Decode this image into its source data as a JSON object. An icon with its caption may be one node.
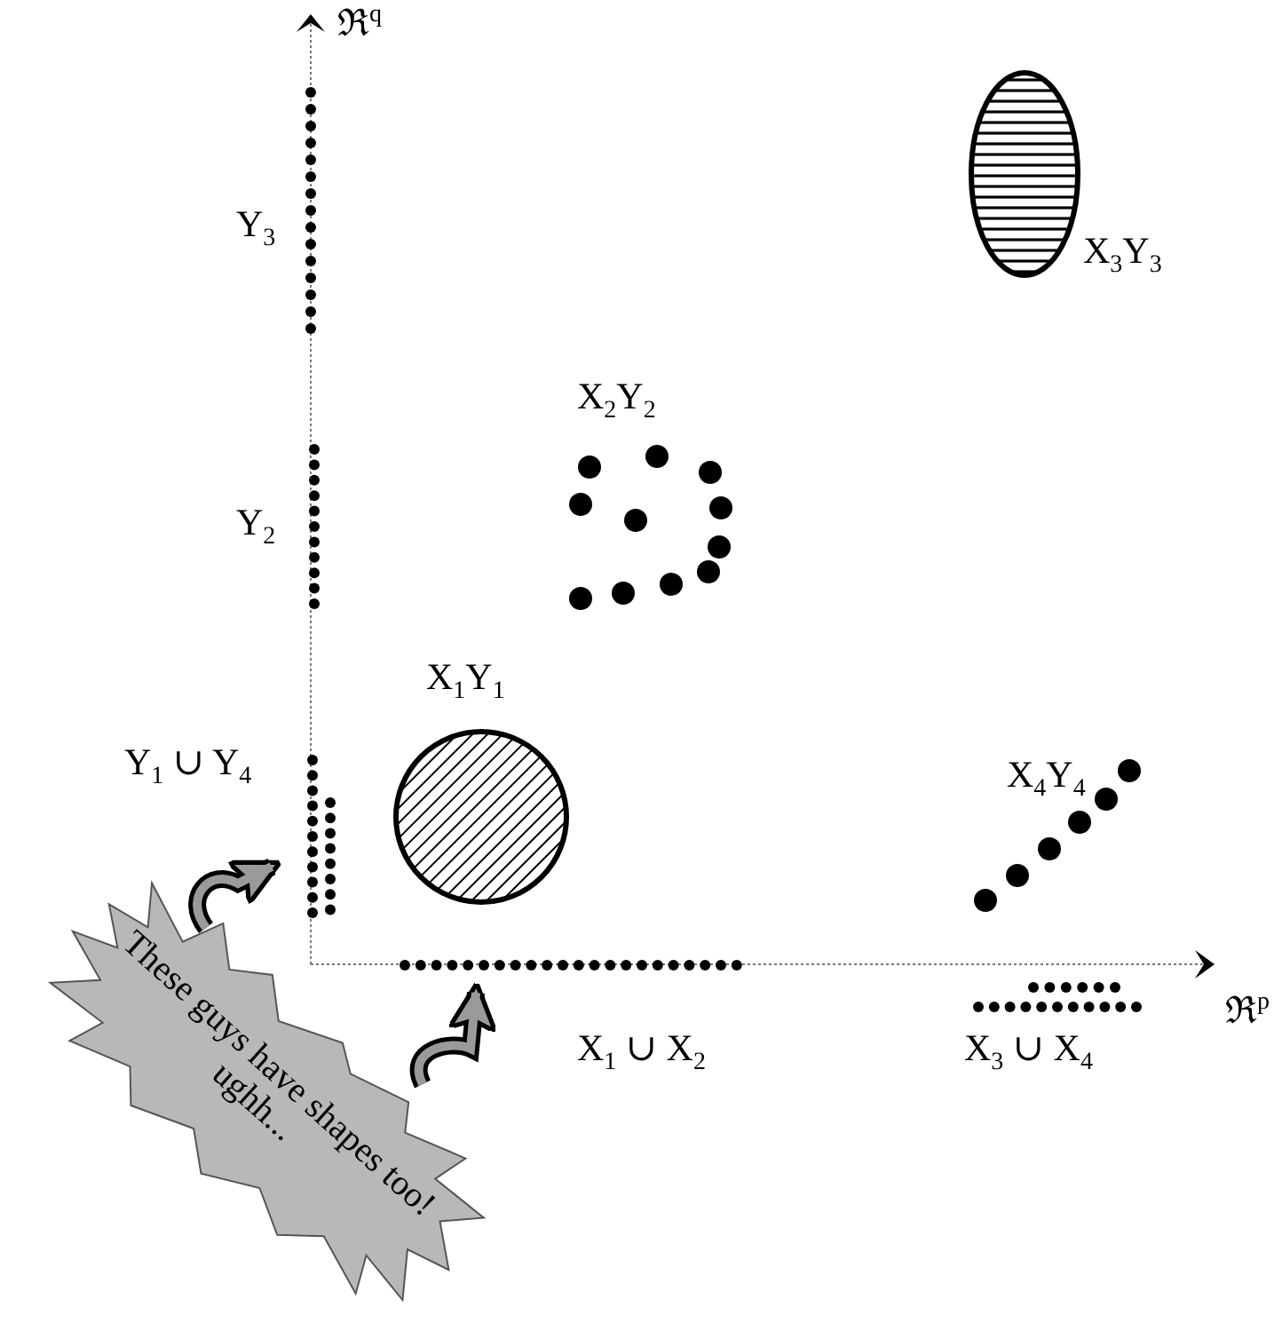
{
  "diagram": {
    "nodes": [
      {
        "text": [
          "These guys have shapes too! ughh..."
        ]
      },
      {
        "text": [],
        "shape": "bar"
      },
      {
        "text": [],
        "shape": "bar"
      }
    ],
    "edges": [
      {
        "from": 0,
        "to": 1,
        "arrow": "to"
      },
      {
        "from": 0,
        "to": 2,
        "arrow": "to"
      }
    ],
    "labels": [
      "ℜ$^{q}$",
      "Y$_{3}$",
      "X$_{3}$Y$_{3}$",
      "X$_{2}$Y$_{2}$",
      "Y$_{2}$",
      "X$_{1}$Y$_{1}$",
      "Y$_{1}$ ∪ Y$_{4}$",
      "X$_{4}$Y$_{4}$",
      "ℜ$^{p}$",
      "X$_{1}$ ∪ X$_{2}$",
      "X$_{3}$ ∪ X$_{4}$"
    ]
  }
}
